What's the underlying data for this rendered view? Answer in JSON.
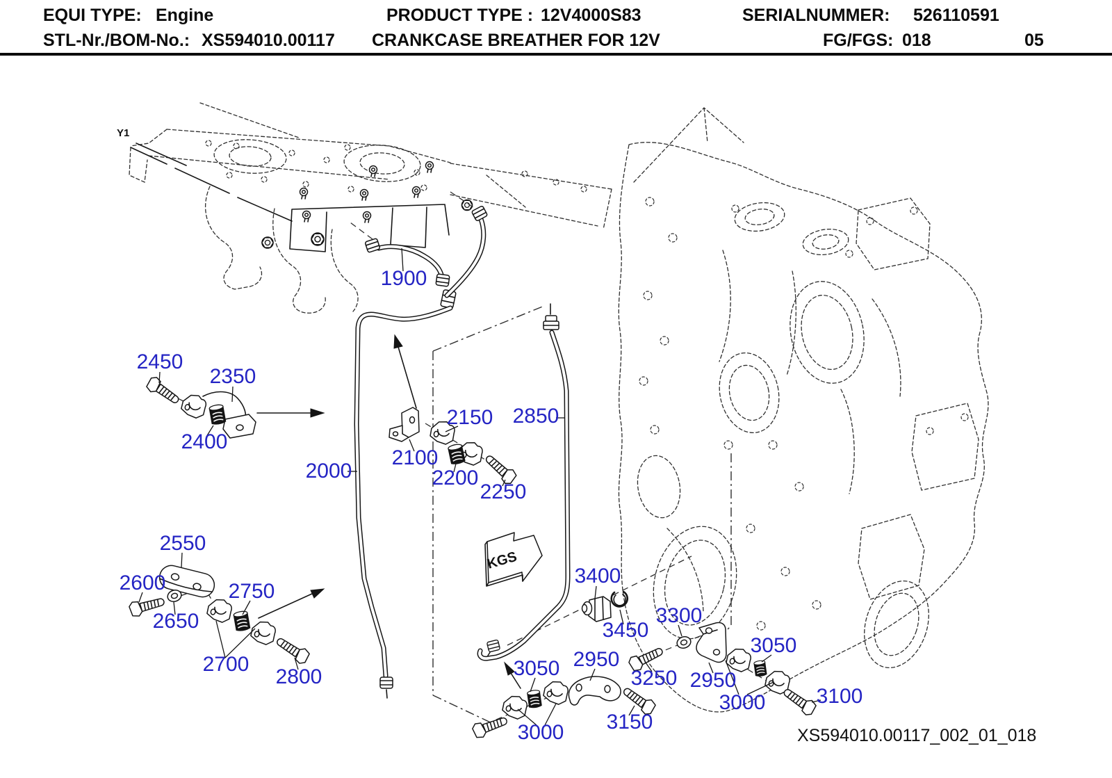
{
  "header": {
    "equi_type_label": "EQUI TYPE:",
    "equi_type_value": "Engine",
    "product_type_label": "PRODUCT TYPE :",
    "product_type_value": "12V4000S83",
    "serial_label": "SERIALNUMMER:",
    "serial_value": "526110591",
    "bom_label": "STL-Nr./BOM-No.:",
    "bom_value": "XS594010.00117",
    "assembly_title": "CRANKCASE BREATHER FOR 12V",
    "fg_label": "FG/FGS:",
    "fg_value": "018",
    "sheet_number": "05"
  },
  "diagram": {
    "view_marker": "Y1",
    "kgs_label": "KGS",
    "drawing_number": "XS594010.00117_002_01_018",
    "callouts": [
      {
        "part": "1900"
      },
      {
        "part": "2000"
      },
      {
        "part": "2100"
      },
      {
        "part": "2150"
      },
      {
        "part": "2200"
      },
      {
        "part": "2250"
      },
      {
        "part": "2350"
      },
      {
        "part": "2400"
      },
      {
        "part": "2450"
      },
      {
        "part": "2550"
      },
      {
        "part": "2600"
      },
      {
        "part": "2650"
      },
      {
        "part": "2700"
      },
      {
        "part": "2750"
      },
      {
        "part": "2800"
      },
      {
        "part": "2850"
      },
      {
        "part": "2950"
      },
      {
        "part": "2950"
      },
      {
        "part": "3000"
      },
      {
        "part": "3000"
      },
      {
        "part": "3050"
      },
      {
        "part": "3050"
      },
      {
        "part": "3100"
      },
      {
        "part": "3150"
      },
      {
        "part": "3250"
      },
      {
        "part": "3300"
      },
      {
        "part": "3400"
      },
      {
        "part": "3450"
      }
    ]
  },
  "colors": {
    "callout_blue": "#2424c4",
    "line": "#161616"
  }
}
